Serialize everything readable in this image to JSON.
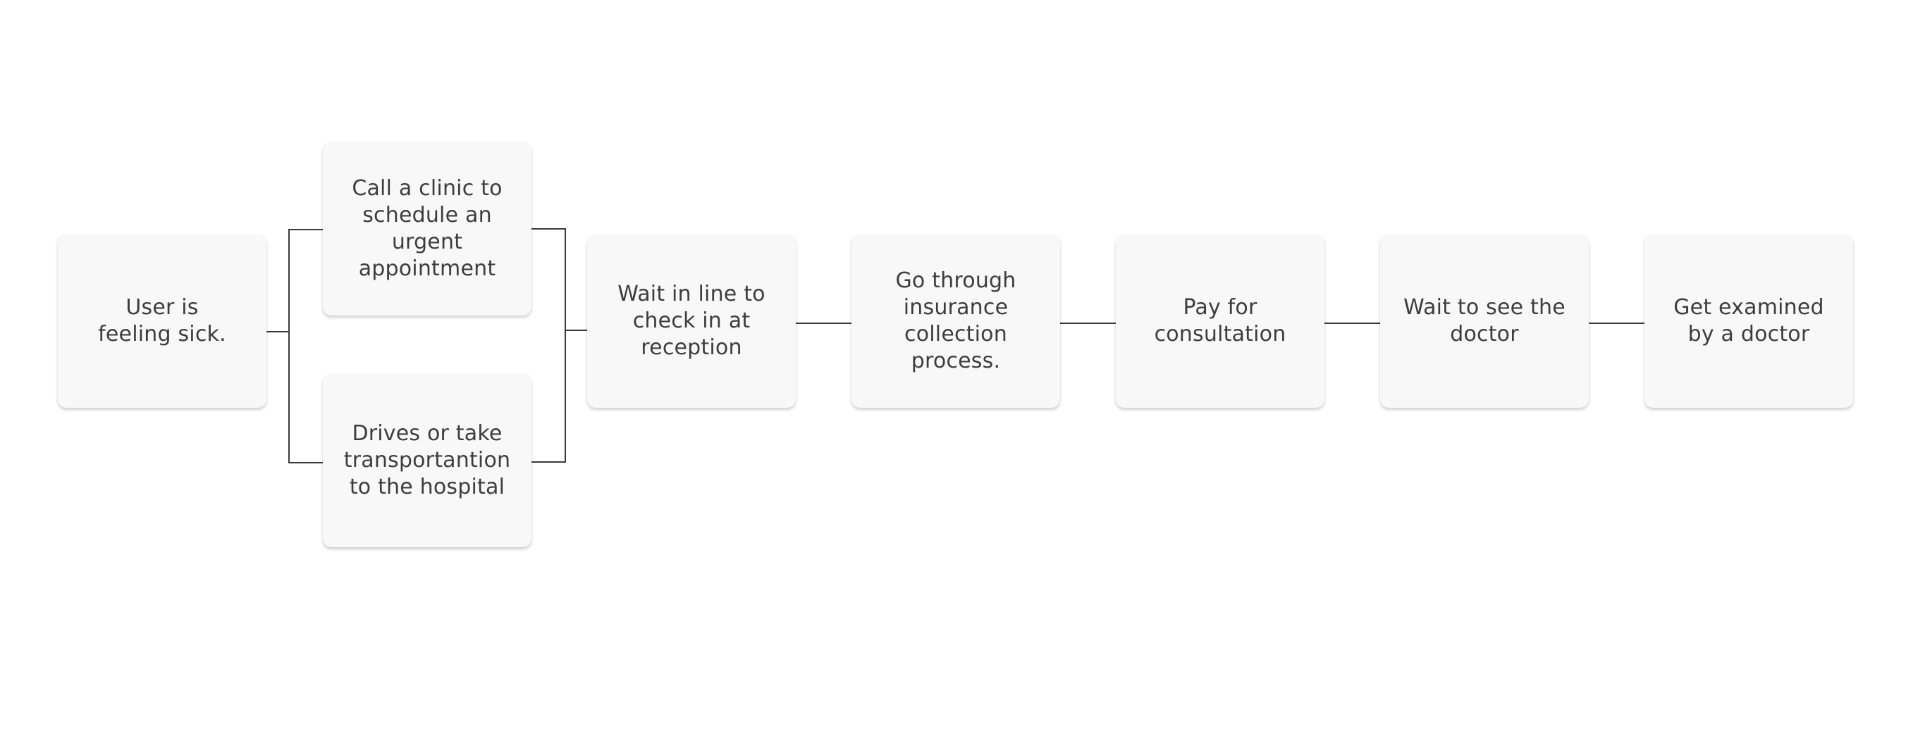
{
  "diagram": {
    "connector_color": "#3a3a3a",
    "card_color": "#f8f8f8",
    "text_color": "#3d3d3d",
    "steps": [
      {
        "id": "step-1",
        "text": "User is\nfeeling sick."
      },
      {
        "id": "step-2a",
        "text": "Call a clinic to\nschedule an\nurgent\nappointment"
      },
      {
        "id": "step-2b",
        "text": "Drives or take\ntransportantion\nto the hospital"
      },
      {
        "id": "step-3",
        "text": "Wait in line to\ncheck in at\nreception"
      },
      {
        "id": "step-4",
        "text": "Go through\ninsurance\ncollection\nprocess."
      },
      {
        "id": "step-5",
        "text": "Pay for\nconsultation"
      },
      {
        "id": "step-6",
        "text": "Wait to see the\ndoctor"
      },
      {
        "id": "step-7",
        "text": "Get examined\nby a doctor"
      }
    ]
  }
}
